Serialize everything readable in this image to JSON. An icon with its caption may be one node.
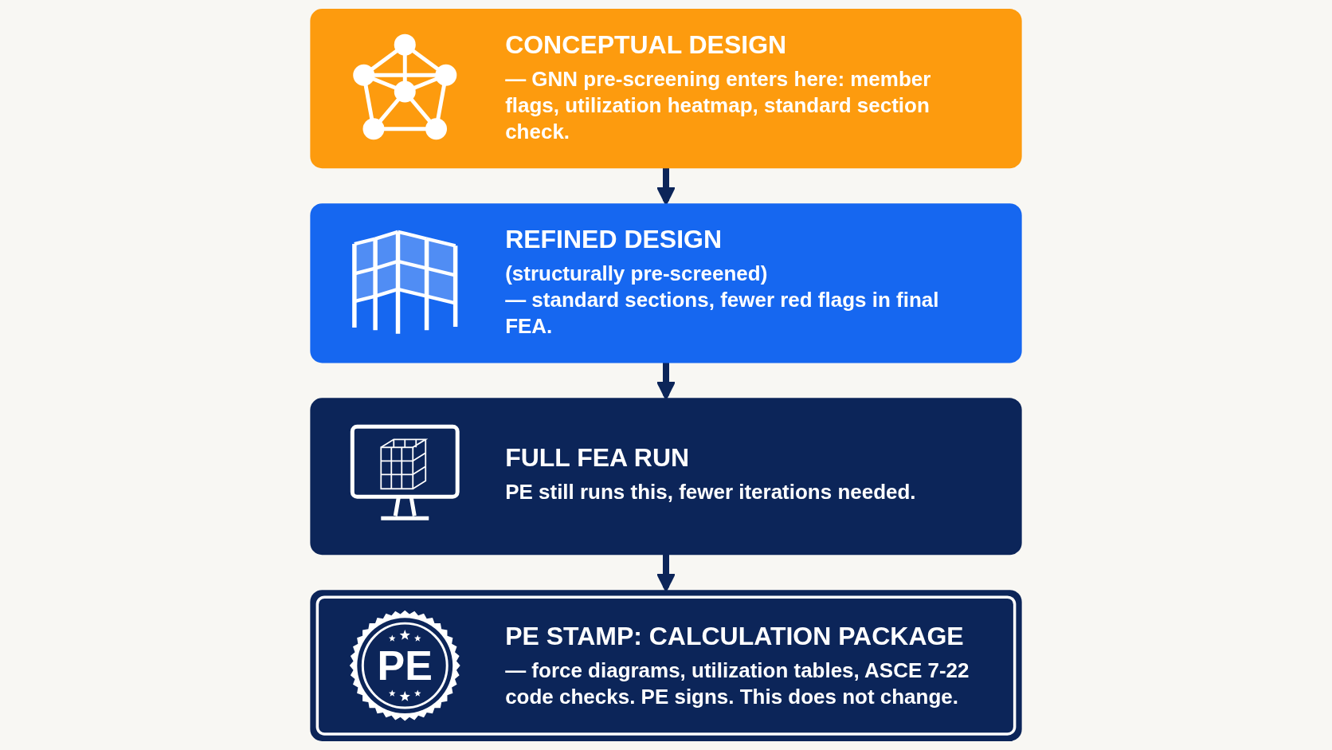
{
  "diagram": {
    "nodes": [
      {
        "text": [
          "CONCEPTUAL DESIGN",
          "— GNN pre-screening enters here: member flags, utilization heatmap, standard section check."
        ]
      },
      {
        "text": [
          "REFINED DESIGN",
          "(structurally pre-screened)",
          "— standard sections, fewer red flags in final FEA."
        ]
      },
      {
        "text": [
          "FULL FEA RUN",
          "PE still runs this, fewer iterations needed."
        ]
      },
      {
        "text": [
          "PE",
          "PE STAMP: CALCULATION PACKAGE",
          "— force diagrams, utilization tables, ASCE 7-22 code checks. PE signs. This does not change."
        ]
      }
    ],
    "edges": [
      {
        "from": 0,
        "to": 1,
        "arrow": "to"
      },
      {
        "from": 1,
        "to": 2,
        "arrow": "to"
      },
      {
        "from": 2,
        "to": 3,
        "arrow": "to"
      }
    ]
  }
}
